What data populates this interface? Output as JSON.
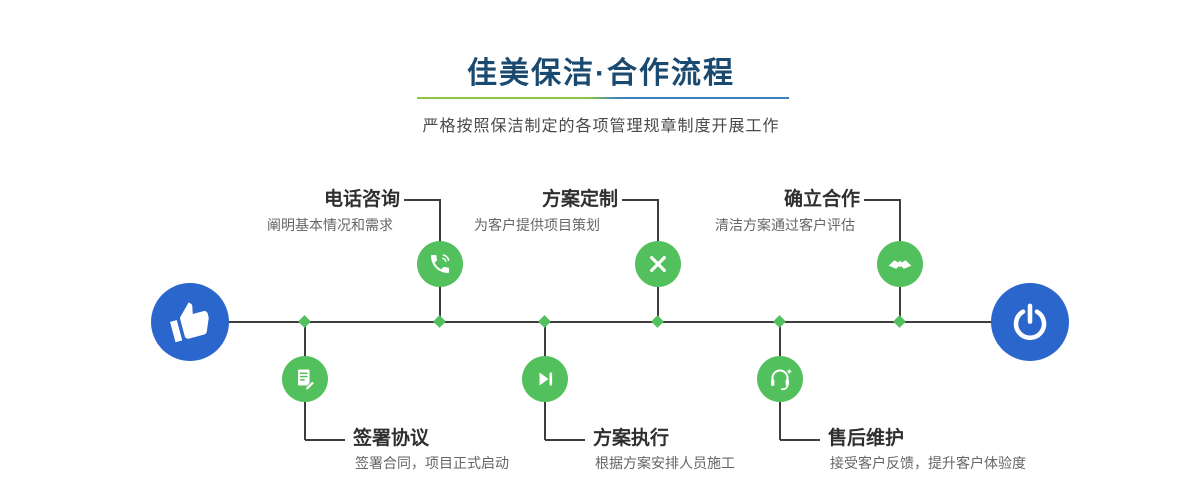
{
  "header": {
    "title": "佳美保洁·合作流程",
    "subtitle": "严格按照保洁制定的各项管理规章制度开展工作"
  },
  "timeline": {
    "start_icon": "thumb-up-icon",
    "end_icon": "power-icon"
  },
  "steps": [
    {
      "label": "电话咨询",
      "desc": "阐明基本情况和需求",
      "icon": "phone-icon"
    },
    {
      "label": "方案定制",
      "desc": "为客户提供项目策划",
      "icon": "pen-ruler-icon"
    },
    {
      "label": "确立合作",
      "desc": "清洁方案通过客户评估",
      "icon": "handshake-icon"
    },
    {
      "label": "签署协议",
      "desc": "签署合同，项目正式启动",
      "icon": "document-sign-icon"
    },
    {
      "label": "方案执行",
      "desc": "根据方案安排人员施工",
      "icon": "play-next-icon"
    },
    {
      "label": "售后维护",
      "desc": "接受客户反馈，提升客户体验度",
      "icon": "headset-support-icon"
    }
  ],
  "colors": {
    "node_blue": "#2a66cc",
    "node_green": "#52c05c",
    "title_navy": "#1b4a70",
    "divider_green": "#8dc63f",
    "divider_blue": "#3f80bf",
    "line_dark": "#3d3d3d"
  }
}
